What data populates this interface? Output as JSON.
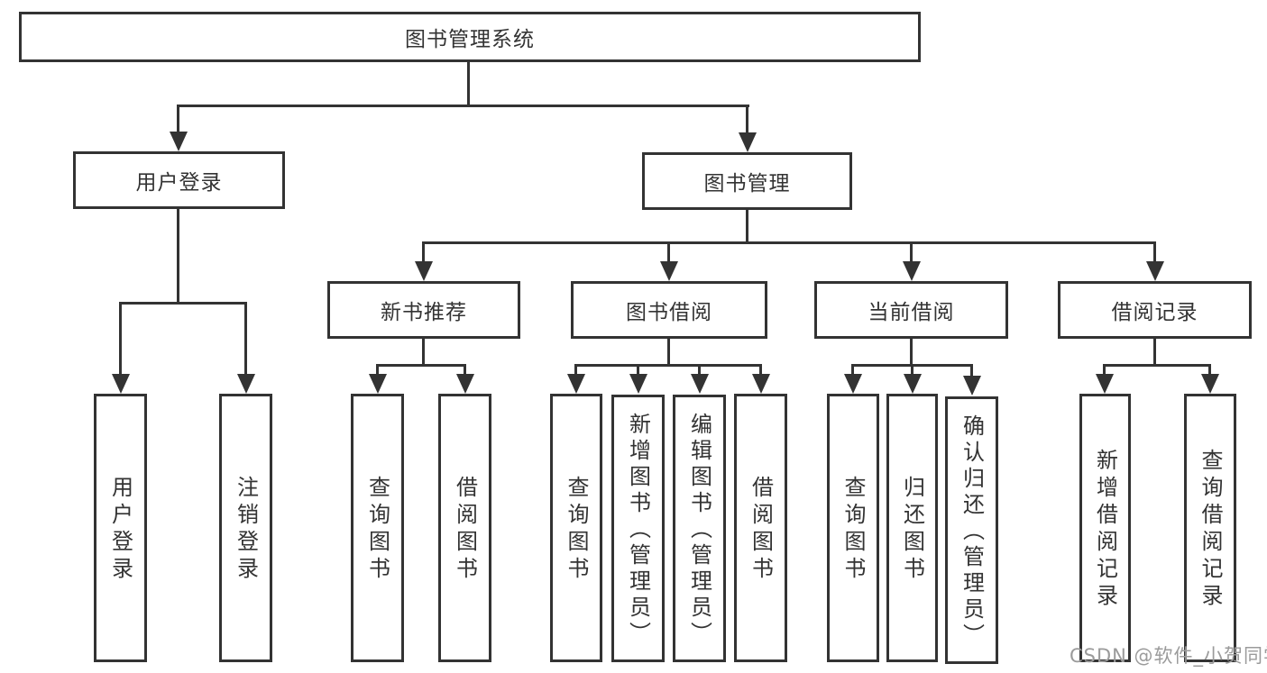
{
  "nodes": {
    "root": "图书管理系统",
    "user_login": "用户登录",
    "book_management": "图书管理",
    "new_book_recommend": "新书推荐",
    "book_borrowing": "图书借阅",
    "current_borrowing": "当前借阅",
    "borrowing_records": "借阅记录"
  },
  "leaves": {
    "user_login": "用户登录",
    "logout": "注销登录",
    "recommend_query_books": "查询图书",
    "recommend_borrow_books": "借阅图书",
    "borrowing_query_books": "查询图书",
    "borrowing_add_books": "新增图书（管理员）",
    "borrowing_edit_books": "编辑图书（管理员）",
    "borrowing_borrow_books": "借阅图书",
    "current_query_books": "查询图书",
    "current_return_books": "归还图书",
    "current_confirm_return": "确认归还（管理员）",
    "records_add_record": "新增借阅记录",
    "records_query_record": "查询借阅记录"
  },
  "watermark": "CSDN @软件_小贺同学",
  "colors": {
    "line": "#333333",
    "text": "#333333",
    "watermark": "#9b9b9b",
    "background": "#ffffff"
  }
}
